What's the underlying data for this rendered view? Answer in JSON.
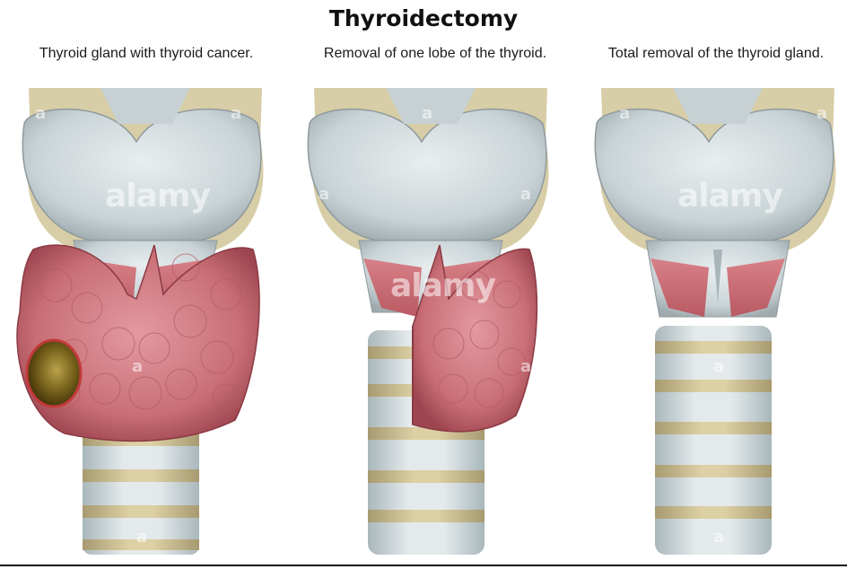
{
  "title": "Thyroidectomy",
  "panels": [
    {
      "caption": "Thyroid gland with thyroid cancer."
    },
    {
      "caption": "Removal of one lobe of the thyroid."
    },
    {
      "caption": "Total removal of the thyroid gland."
    }
  ],
  "watermark": {
    "big": "alamy",
    "small": "a"
  }
}
